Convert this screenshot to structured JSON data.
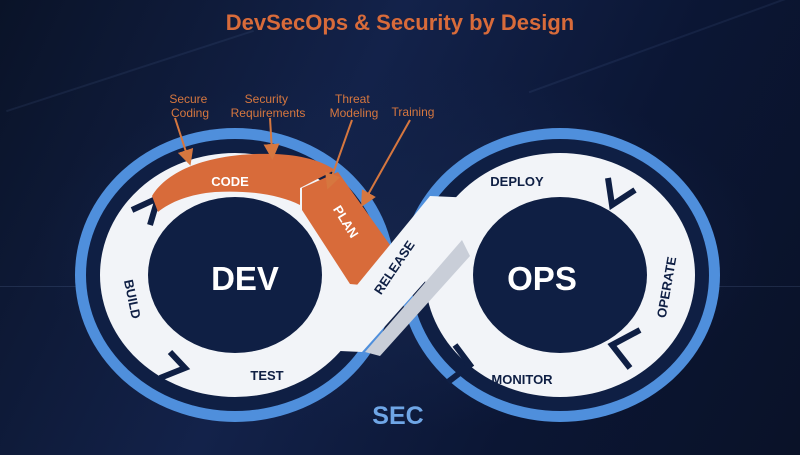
{
  "title": "DevSecOps & Security by Design",
  "annotations": {
    "secure_coding": [
      "Secure",
      "Coding"
    ],
    "security_requirements": [
      "Security",
      "Requirements"
    ],
    "threat_modeling": [
      "Threat",
      "Modeling"
    ],
    "training": "Training"
  },
  "steps": {
    "code": "CODE",
    "plan": "PLAN",
    "release": "RELEASE",
    "build": "BUILD",
    "test": "TEST",
    "deploy": "DEPLOY",
    "operate": "OPERATE",
    "monitor": "MONITOR"
  },
  "centers": {
    "dev": "DEV",
    "ops": "OPS"
  },
  "sec_label": "SEC",
  "colors": {
    "accent_orange": "#d86b3a",
    "ring_blue": "#4f8fdc",
    "ring_dark": "#0f1f44",
    "segment_white": "#f2f4f8",
    "background": "#0c1630"
  }
}
